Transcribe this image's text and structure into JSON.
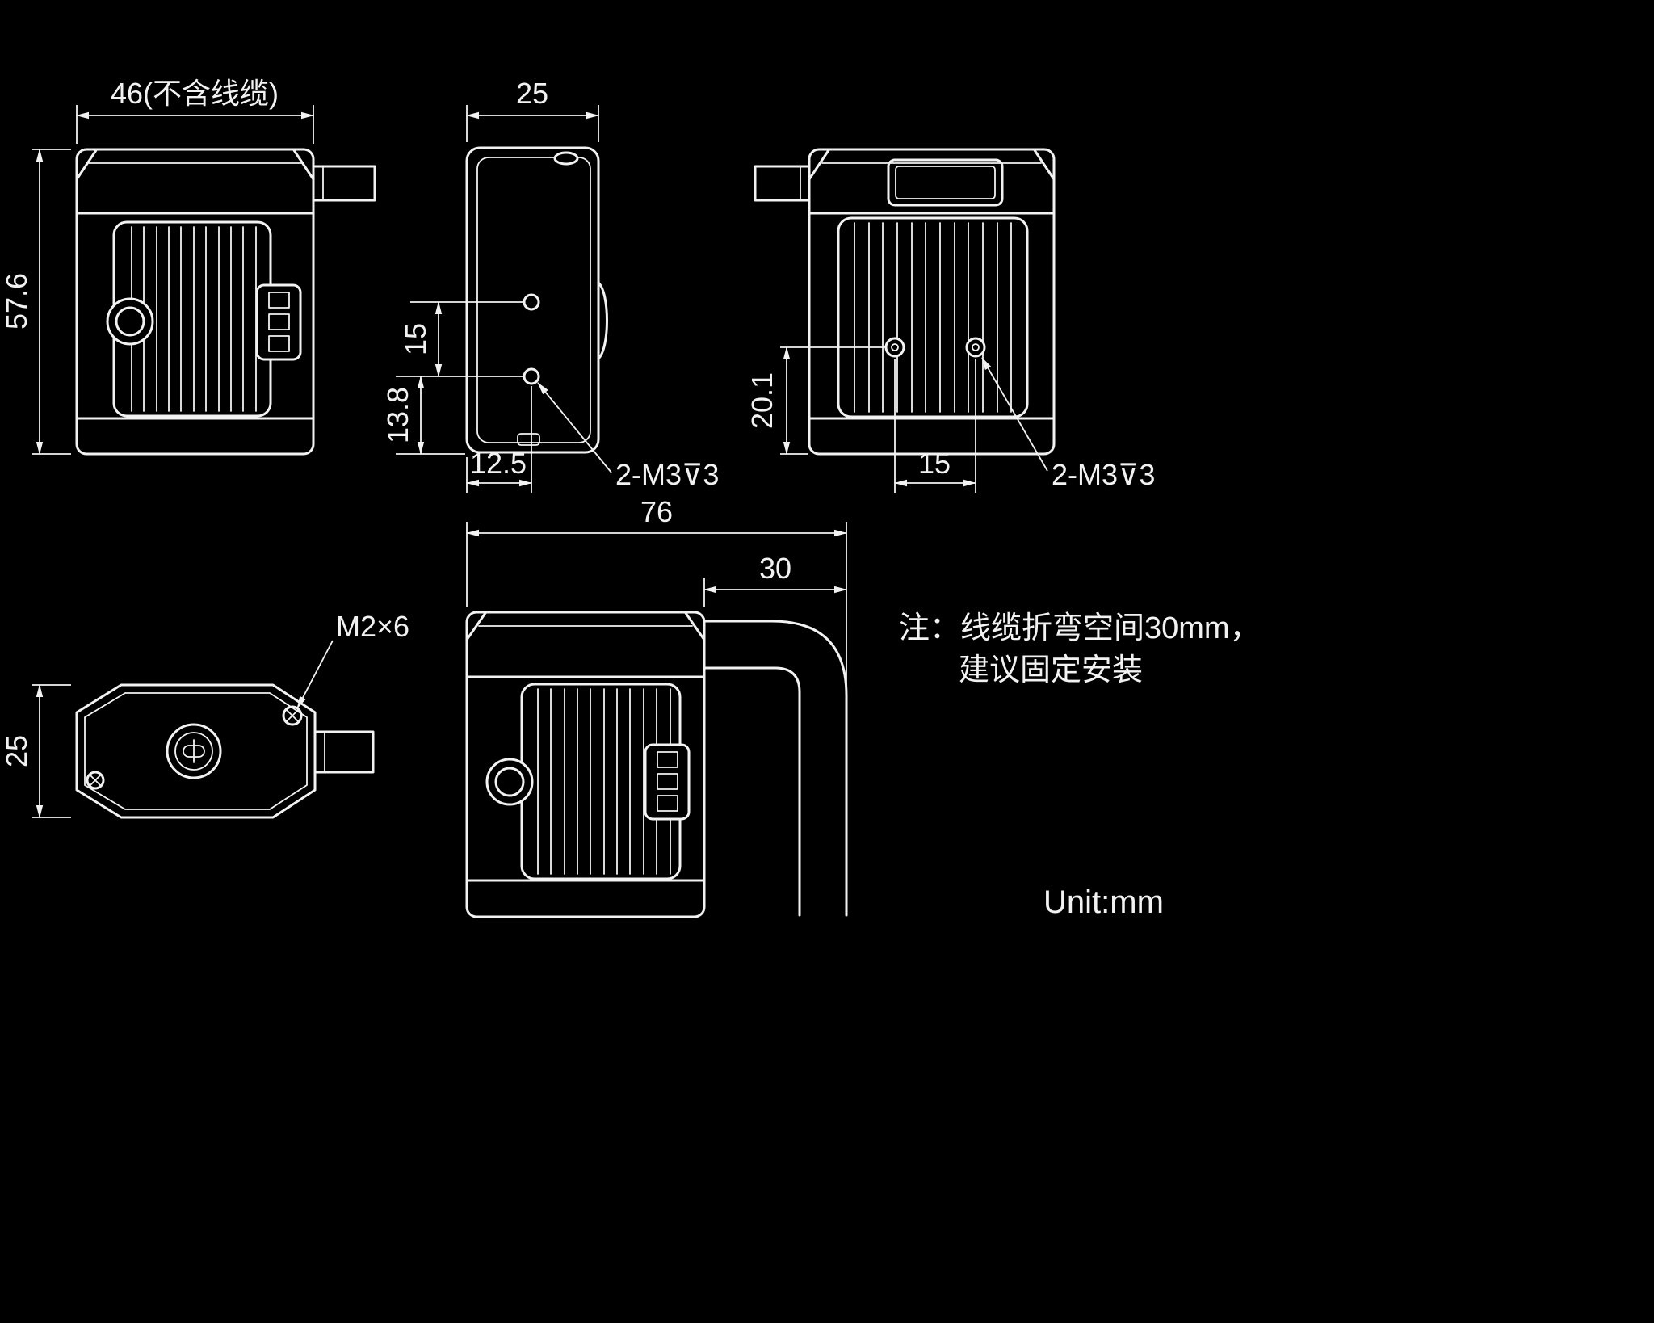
{
  "colors": {
    "background": "#000000",
    "line": "#f2f2f2"
  },
  "unit_note": "Unit:mm",
  "note": {
    "line1": "注：线缆折弯空间30mm，",
    "line2": "建议固定安装"
  },
  "views": {
    "front": {
      "dim_width": "46(不含线缆)",
      "dim_height": "57.6"
    },
    "side": {
      "dim_width": "25",
      "dim_holes_spacing": "15",
      "dim_hole_to_bottom": "13.8",
      "dim_hole_offset": "12.5",
      "thread_callout": "2-M3⊽3"
    },
    "back": {
      "dim_hole_to_bottom": "20.1",
      "dim_holes_spacing": "15",
      "thread_callout": "2-M3⊽3"
    },
    "top": {
      "dim_depth": "25",
      "screw_callout": "M2×6"
    },
    "cable": {
      "dim_total_width": "76",
      "dim_cable_bend": "30"
    }
  }
}
